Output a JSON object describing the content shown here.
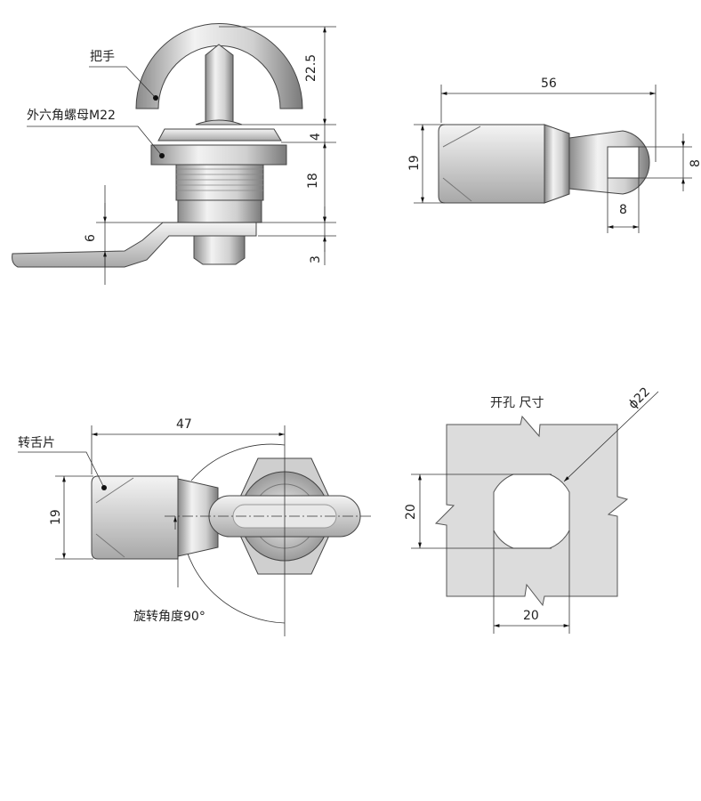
{
  "side_view": {
    "label_handle": "把手",
    "label_nut": "外六角螺母M22",
    "dim_handle_height": "22.5",
    "dim_flange": "4",
    "dim_body": "18",
    "dim_cam_thickness": "3",
    "dim_cam_offset": "6"
  },
  "cam_view": {
    "dim_length": "56",
    "dim_width": "19",
    "dim_square_height": "8",
    "dim_square_width": "8"
  },
  "top_view": {
    "label_cam": "转舌片",
    "label_rotation": "旋转角度90°",
    "dim_length": "47",
    "dim_width": "19"
  },
  "cutout_view": {
    "title": "开孔 尺寸",
    "dim_diameter": "ϕ22",
    "dim_height": "20",
    "dim_width": "20"
  },
  "colors": {
    "metal_light": "#e6e6e6",
    "metal_dark": "#9a9a9a",
    "panel": "#dcdcdc"
  }
}
